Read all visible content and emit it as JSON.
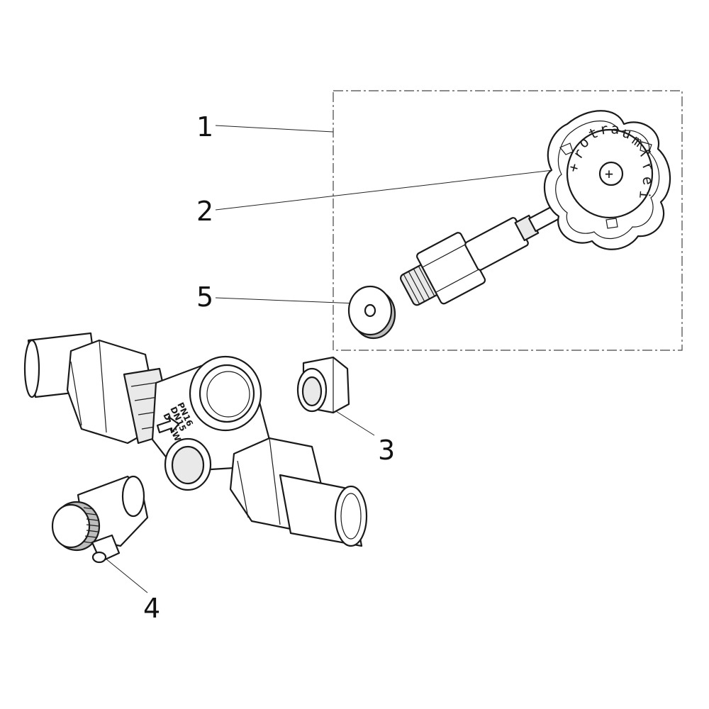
{
  "diagram": {
    "callouts": [
      {
        "id": "callout-1",
        "label": "1"
      },
      {
        "id": "callout-2",
        "label": "2"
      },
      {
        "id": "callout-3",
        "label": "3"
      },
      {
        "id": "callout-4",
        "label": "4"
      },
      {
        "id": "callout-5",
        "label": "5"
      }
    ],
    "knob_text": "rotraumfrei",
    "knob_plus_left": "+",
    "knob_plus_center": "+",
    "body_marking_1": "PN16",
    "body_marking_2": "DN15",
    "body_marking_3": "DVGW"
  }
}
